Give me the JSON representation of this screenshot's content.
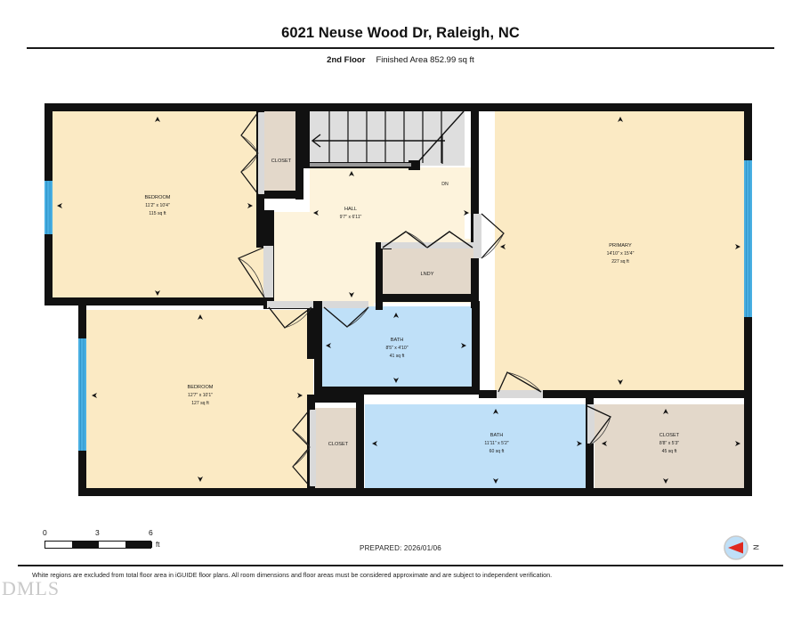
{
  "header": {
    "title": "6021 Neuse Wood Dr, Raleigh, NC",
    "floor_label": "2nd Floor",
    "finished_area": "Finished Area 852.99 sq ft"
  },
  "footer": {
    "scale_ticks": [
      "0",
      "3",
      "6"
    ],
    "scale_unit": "ft",
    "prepared": "PREPARED: 2026/01/06",
    "compass_label": "N",
    "disclaimer": "White regions are excluded from total floor area in iGUIDE floor plans. All room dimensions and floor areas must be considered approximate and are subject to independent verification.",
    "watermark": "DMLS"
  },
  "plan": {
    "stair_label": "DN",
    "rooms": [
      {
        "name": "BEDROOM",
        "dims": "11'2\" x 10'4\"",
        "area": "115 sq ft",
        "fill": "#fbeac4"
      },
      {
        "name": "CLOSET",
        "dims": "",
        "area": "",
        "fill": "#e3d8ca"
      },
      {
        "name": "HALL",
        "dims": "9'7\" x 6'11\"",
        "area": "",
        "fill": "#fdf3dc"
      },
      {
        "name": "LNDY",
        "dims": "",
        "area": "",
        "fill": "#e3d8ca"
      },
      {
        "name": "PRIMARY",
        "dims": "14'10\" x 15'4\"",
        "area": "227 sq ft",
        "fill": "#fbeac4"
      },
      {
        "name": "BATH",
        "dims": "8'5\" x 4'10\"",
        "area": "41 sq ft",
        "fill": "#bfe0f8"
      },
      {
        "name": "BEDROOM",
        "dims": "12'7\" x 10'1\"",
        "area": "127 sq ft",
        "fill": "#fbeac4"
      },
      {
        "name": "CLOSET",
        "dims": "",
        "area": "",
        "fill": "#e3d8ca"
      },
      {
        "name": "BATH",
        "dims": "11'11\" x 5'2\"",
        "area": "60 sq ft",
        "fill": "#bfe0f8"
      },
      {
        "name": "CLOSET",
        "dims": "8'8\" x 5'3\"",
        "area": "45 sq ft",
        "fill": "#e3d8ca"
      }
    ],
    "colors": {
      "wall": "#111111",
      "bedroom_fill": "#fbeac4",
      "hall_fill": "#fdf3dc",
      "closet_fill": "#e3d8ca",
      "bath_fill": "#bfe0f8",
      "stair_fill": "#dedede",
      "window_blue": "#49afe2",
      "door_gray": "#d9d9d9",
      "compass_arrow": "#e02a20",
      "compass_disc": "#bfe0f8"
    }
  }
}
